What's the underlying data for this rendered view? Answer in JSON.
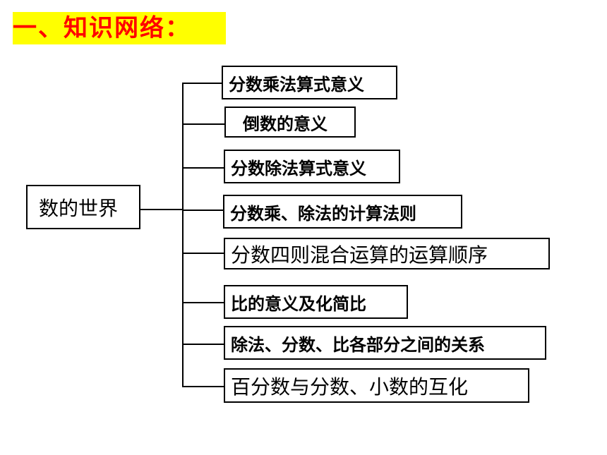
{
  "title": "一、知识网络：",
  "root": "数的世界",
  "branches": [
    "分数乘法算式意义",
    "倒数的意义",
    "分数除法算式意义",
    "分数乘、除法的计算法则",
    "分数四则混合运算的运算顺序",
    "比的意义及化简比",
    "除法、分数、比各部分之间的关系",
    "百分数与分数、小数的互化"
  ]
}
